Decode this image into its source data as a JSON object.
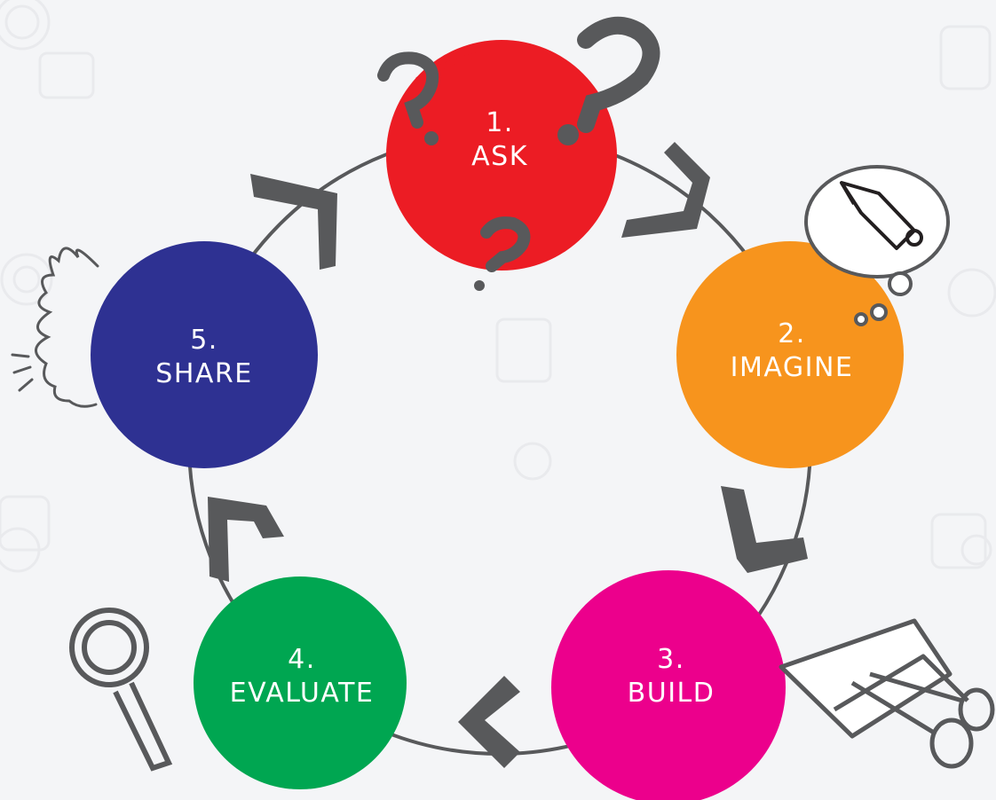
{
  "diagram": {
    "steps": [
      {
        "number": "1.",
        "label": "ASK",
        "color": "#ec1c24"
      },
      {
        "number": "2.",
        "label": "IMAGINE",
        "color": "#f7941d"
      },
      {
        "number": "3.",
        "label": "BUILD",
        "color": "#ec008c"
      },
      {
        "number": "4.",
        "label": "EVALUATE",
        "color": "#00a651"
      },
      {
        "number": "5.",
        "label": "SHARE",
        "color": "#2e3192"
      }
    ],
    "line_color": "#58595b",
    "background": "#f4f5f7"
  }
}
